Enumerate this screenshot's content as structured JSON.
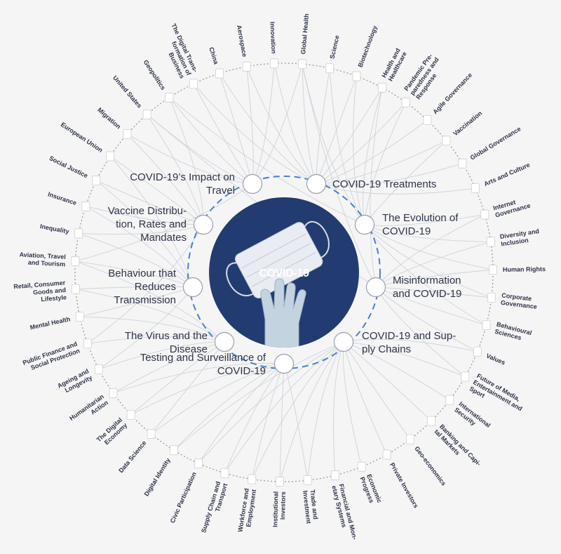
{
  "center": {
    "label": "COVID-19",
    "colors": {
      "disc": "#25417a",
      "ring": "#4a7fd1"
    }
  },
  "inner_topics": [
    {
      "lines": [
        "COVID-19 Treatments"
      ]
    },
    {
      "lines": [
        "The Evolution of",
        "COVID-19"
      ]
    },
    {
      "lines": [
        "Misinformation",
        "and COVID-19"
      ]
    },
    {
      "lines": [
        "COVID-19 and Sup-",
        "ply Chains"
      ]
    },
    {
      "lines": [
        "Testing and Surveillance of",
        "COVID-19"
      ]
    },
    {
      "lines": [
        "The Virus and the",
        "Disease"
      ]
    },
    {
      "lines": [
        "Behaviour that",
        "Reduces",
        "Transmission"
      ]
    },
    {
      "lines": [
        "Vaccine Distribu-",
        "tion, Rates and",
        "Mandates"
      ]
    },
    {
      "lines": [
        "COVID-19’s Impact on",
        "Travel"
      ]
    }
  ],
  "outer_topics": [
    {
      "lines": [
        "Global Health"
      ]
    },
    {
      "lines": [
        "Science"
      ]
    },
    {
      "lines": [
        "Biotechnology"
      ]
    },
    {
      "lines": [
        "Health and",
        "Healthcare"
      ]
    },
    {
      "lines": [
        "Pandemic Pre-",
        "paredness and",
        "Response"
      ]
    },
    {
      "lines": [
        "Agile Governance"
      ]
    },
    {
      "lines": [
        "Vaccination"
      ]
    },
    {
      "lines": [
        "Global Governance"
      ]
    },
    {
      "lines": [
        "Arts and Culture"
      ]
    },
    {
      "lines": [
        "Internet",
        "Governance"
      ]
    },
    {
      "lines": [
        "Diversity and",
        "Inclusion"
      ]
    },
    {
      "lines": [
        "Human Rights"
      ]
    },
    {
      "lines": [
        "Corporate",
        "Governance"
      ]
    },
    {
      "lines": [
        "Behavioural",
        "Sciences"
      ]
    },
    {
      "lines": [
        "Values"
      ]
    },
    {
      "lines": [
        "Future of Media,",
        "Entertainment and",
        "Sport"
      ]
    },
    {
      "lines": [
        "International",
        "Security"
      ]
    },
    {
      "lines": [
        "Banking and Capi-",
        "tal Markets"
      ]
    },
    {
      "lines": [
        "Geo-economics"
      ]
    },
    {
      "lines": [
        "Private Investors"
      ]
    },
    {
      "lines": [
        "Economic",
        "Progress"
      ]
    },
    {
      "lines": [
        "Financial and Mon-",
        "etary Systems"
      ]
    },
    {
      "lines": [
        "Trade and",
        "Investment"
      ]
    },
    {
      "lines": [
        "Institutional",
        "Investors"
      ]
    },
    {
      "lines": [
        "Workforce and",
        "Employment"
      ]
    },
    {
      "lines": [
        "Supply Chain and",
        "Transport"
      ]
    },
    {
      "lines": [
        "Civic Participation"
      ]
    },
    {
      "lines": [
        "Digital Identity"
      ]
    },
    {
      "lines": [
        "Data Science"
      ]
    },
    {
      "lines": [
        "The Digital",
        "Economy"
      ]
    },
    {
      "lines": [
        "Humanitarian",
        "Action"
      ]
    },
    {
      "lines": [
        "Ageing and",
        "Longevity"
      ]
    },
    {
      "lines": [
        "Public Finance and",
        "Social Protection"
      ]
    },
    {
      "lines": [
        "Mental Health"
      ]
    },
    {
      "lines": [
        "Retail, Consumer",
        "Goods and",
        "Lifestyle"
      ]
    },
    {
      "lines": [
        "Aviation, Travel",
        "and Tourism"
      ]
    },
    {
      "lines": [
        "Inequality"
      ]
    },
    {
      "lines": [
        "Insurance"
      ]
    },
    {
      "lines": [
        "Social Justice"
      ]
    },
    {
      "lines": [
        "European Union"
      ]
    },
    {
      "lines": [
        "Migration"
      ]
    },
    {
      "lines": [
        "United States"
      ]
    },
    {
      "lines": [
        "Geopolitics"
      ]
    },
    {
      "lines": [
        "The Digital Trans-",
        "formation of",
        "Business"
      ]
    },
    {
      "lines": [
        "China"
      ]
    },
    {
      "lines": [
        "Aerospace"
      ]
    },
    {
      "lines": [
        "Innovation"
      ]
    }
  ],
  "links": [
    [
      0,
      0
    ],
    [
      0,
      1
    ],
    [
      0,
      2
    ],
    [
      0,
      3
    ],
    [
      0,
      4
    ],
    [
      0,
      5
    ],
    [
      0,
      6
    ],
    [
      0,
      7
    ],
    [
      0,
      8
    ],
    [
      0,
      43
    ],
    [
      0,
      44
    ],
    [
      0,
      45
    ],
    [
      0,
      46
    ],
    [
      1,
      0
    ],
    [
      1,
      1
    ],
    [
      1,
      2
    ],
    [
      1,
      3
    ],
    [
      1,
      4
    ],
    [
      1,
      6
    ],
    [
      1,
      9
    ],
    [
      1,
      10
    ],
    [
      1,
      11
    ],
    [
      1,
      12
    ],
    [
      1,
      13
    ],
    [
      1,
      42
    ],
    [
      2,
      3
    ],
    [
      2,
      9
    ],
    [
      2,
      10
    ],
    [
      2,
      11
    ],
    [
      2,
      12
    ],
    [
      2,
      13
    ],
    [
      2,
      14
    ],
    [
      2,
      15
    ],
    [
      2,
      41
    ],
    [
      2,
      0
    ],
    [
      3,
      14
    ],
    [
      3,
      15
    ],
    [
      3,
      16
    ],
    [
      3,
      17
    ],
    [
      3,
      18
    ],
    [
      3,
      19
    ],
    [
      3,
      20
    ],
    [
      3,
      21
    ],
    [
      3,
      22
    ],
    [
      3,
      23
    ],
    [
      3,
      24
    ],
    [
      3,
      25
    ],
    [
      3,
      26
    ],
    [
      3,
      27
    ],
    [
      4,
      22
    ],
    [
      4,
      23
    ],
    [
      4,
      24
    ],
    [
      4,
      25
    ],
    [
      4,
      26
    ],
    [
      4,
      27
    ],
    [
      4,
      28
    ],
    [
      4,
      29
    ],
    [
      4,
      30
    ],
    [
      5,
      28
    ],
    [
      5,
      29
    ],
    [
      5,
      30
    ],
    [
      5,
      31
    ],
    [
      5,
      32
    ],
    [
      5,
      33
    ],
    [
      5,
      34
    ],
    [
      5,
      35
    ],
    [
      6,
      33
    ],
    [
      6,
      34
    ],
    [
      6,
      35
    ],
    [
      6,
      36
    ],
    [
      6,
      37
    ],
    [
      6,
      38
    ],
    [
      6,
      39
    ],
    [
      6,
      31
    ],
    [
      7,
      36
    ],
    [
      7,
      37
    ],
    [
      7,
      38
    ],
    [
      7,
      39
    ],
    [
      7,
      40
    ],
    [
      7,
      41
    ],
    [
      7,
      42
    ],
    [
      7,
      32
    ],
    [
      8,
      40
    ],
    [
      8,
      41
    ],
    [
      8,
      42
    ],
    [
      8,
      43
    ],
    [
      8,
      44
    ],
    [
      8,
      45
    ],
    [
      8,
      46
    ],
    [
      8,
      0
    ],
    [
      8,
      35
    ]
  ]
}
